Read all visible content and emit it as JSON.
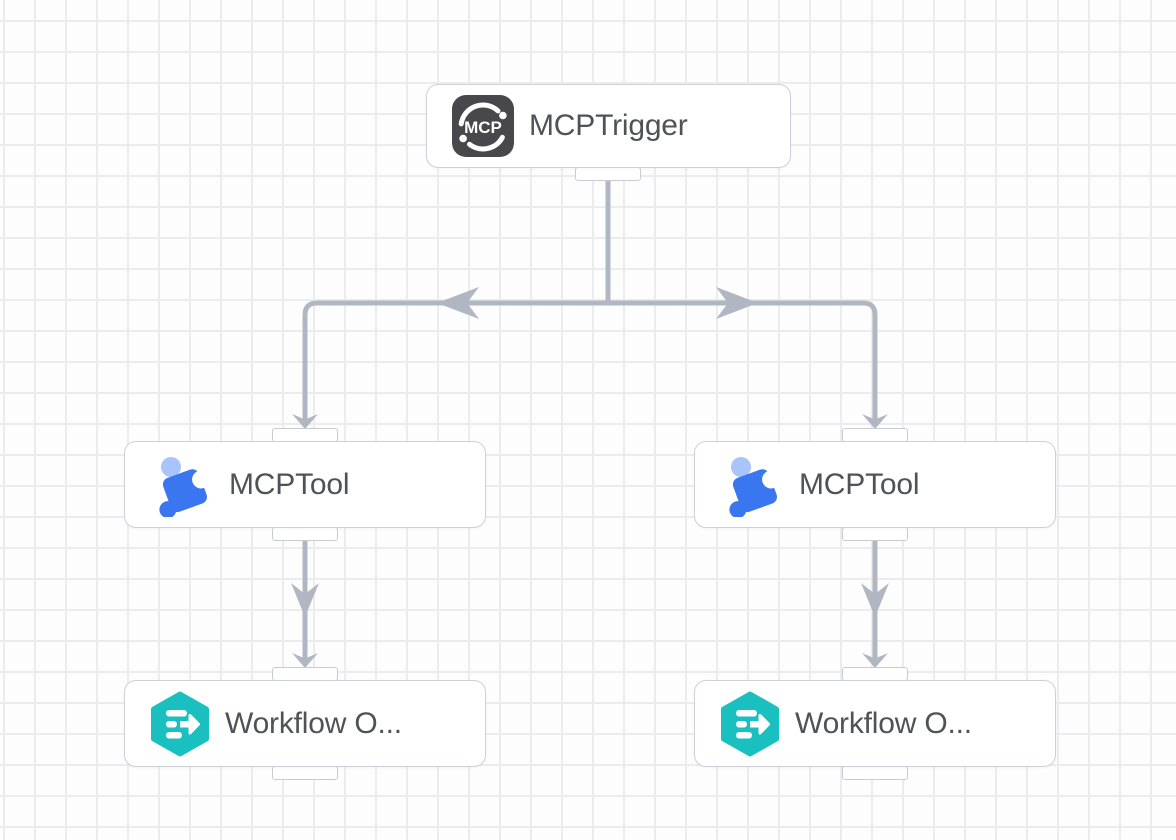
{
  "canvas": {
    "background": "#fdfdfe",
    "grid_color": "#ececee",
    "edge_color": "#b1b7c2"
  },
  "colors": {
    "node_border": "#cdd1d6",
    "label_text": "#4f5257",
    "mcp_icon_bg": "#48484c",
    "puzzle_blue": "#3b76f1",
    "puzzle_light_blue": "#a8c4fa",
    "workflow_teal": "#1ac0c0"
  },
  "nodes": [
    {
      "id": "mcp-trigger",
      "label": "MCPTrigger",
      "icon": "mcp-icon",
      "icon_text": "MCP"
    },
    {
      "id": "mcp-tool-left",
      "label": "MCPTool",
      "icon": "puzzle-icon"
    },
    {
      "id": "mcp-tool-right",
      "label": "MCPTool",
      "icon": "puzzle-icon"
    },
    {
      "id": "workflow-output-left",
      "label": "Workflow O...",
      "icon": "workflow-output-icon"
    },
    {
      "id": "workflow-output-right",
      "label": "Workflow O...",
      "icon": "workflow-output-icon"
    }
  ],
  "edges": [
    {
      "from": "mcp-trigger",
      "to": "mcp-tool-left"
    },
    {
      "from": "mcp-trigger",
      "to": "mcp-tool-right"
    },
    {
      "from": "mcp-tool-left",
      "to": "workflow-output-left"
    },
    {
      "from": "mcp-tool-right",
      "to": "workflow-output-right"
    }
  ]
}
